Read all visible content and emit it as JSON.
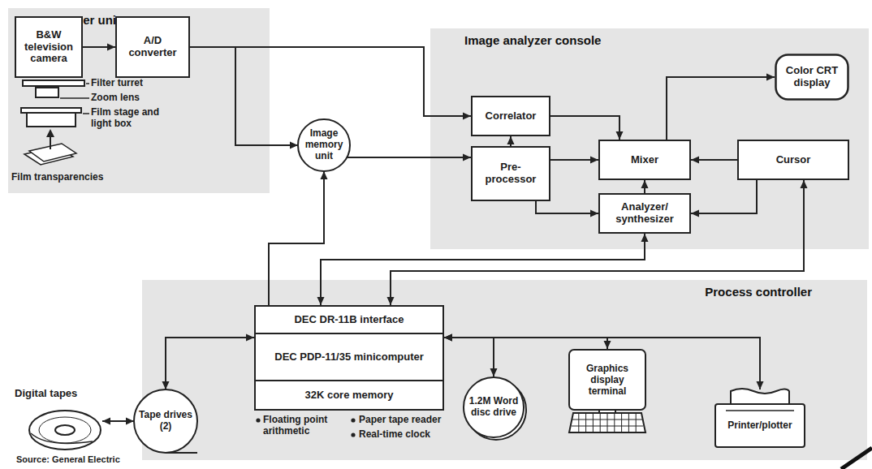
{
  "diagram": {
    "nodes": [
      {
        "text": [
          "Input scanner unit"
        ]
      },
      {
        "text": [
          "B&W television camera"
        ],
        "in": 0
      },
      {
        "text": [
          "A/D converter"
        ],
        "in": 0
      },
      {
        "text": [
          "Image memory unit"
        ]
      },
      {
        "text": [
          "Image analyzer console"
        ]
      },
      {
        "text": [
          "Correlator"
        ],
        "in": 4
      },
      {
        "text": [
          "Color CRT display"
        ],
        "in": 4
      },
      {
        "text": [
          "Pre- processor"
        ],
        "in": 4
      },
      {
        "text": [
          "Mixer"
        ],
        "in": 4
      },
      {
        "text": [
          "Cursor"
        ],
        "in": 4
      },
      {
        "text": [
          "Analyzer/ synthesizer"
        ],
        "in": 4
      },
      {
        "text": [
          "Process controller"
        ]
      },
      {
        "text": [
          "DEC DR-11B interface"
        ],
        "in": 11
      },
      {
        "text": [
          "DEC PDP-11/35 minicomputer"
        ],
        "in": 11
      },
      {
        "text": [
          "32K core memory"
        ],
        "in": 11
      },
      {
        "text": [
          "Tape drives (2)"
        ],
        "in": 11
      },
      {
        "text": [
          "1.2M Word disc drive"
        ],
        "in": 11
      },
      {
        "text": [
          "Graphics display terminal"
        ],
        "in": 11
      },
      {
        "text": [
          "Printer/plotter"
        ],
        "in": 11
      },
      {
        "text": [
          "Digital tapes"
        ]
      }
    ],
    "edges": [
      {
        "from": 1,
        "to": 2,
        "arrow": "to"
      },
      {
        "from": 2,
        "to": 5,
        "arrow": "to"
      },
      {
        "from": 2,
        "to": 3,
        "arrow": "to"
      },
      {
        "from": 3,
        "to": 7,
        "arrow": "to"
      },
      {
        "from": 7,
        "to": 5,
        "arrow": "to"
      },
      {
        "from": 5,
        "to": 8,
        "arrow": "to"
      },
      {
        "from": 7,
        "to": 8,
        "arrow": "to"
      },
      {
        "from": 8,
        "to": 6,
        "arrow": "to"
      },
      {
        "from": 9,
        "to": 8,
        "arrow": "to"
      },
      {
        "from": 10,
        "to": 8,
        "arrow": "to"
      },
      {
        "from": 9,
        "to": 10,
        "arrow": "to"
      },
      {
        "from": 7,
        "to": 10,
        "arrow": "to"
      },
      {
        "from": 12,
        "to": 3,
        "arrow": "to"
      },
      {
        "from": 12,
        "to": 10,
        "arrow": "both"
      },
      {
        "from": 12,
        "to": 9,
        "arrow": "both"
      },
      {
        "from": 13,
        "to": 15,
        "arrow": "both"
      },
      {
        "from": 13,
        "to": 16,
        "arrow": "both"
      },
      {
        "from": 13,
        "to": 17,
        "arrow": "both"
      },
      {
        "from": 13,
        "to": 18,
        "arrow": "both"
      },
      {
        "from": 19,
        "to": 15,
        "arrow": "both"
      }
    ],
    "labels": [
      "Filter turret",
      "Zoom lens",
      "Film stage and light box",
      "Film transparencies",
      "Floating point arithmetic",
      "Paper tape reader",
      "Real-time clock",
      "Source: General Electric"
    ]
  }
}
